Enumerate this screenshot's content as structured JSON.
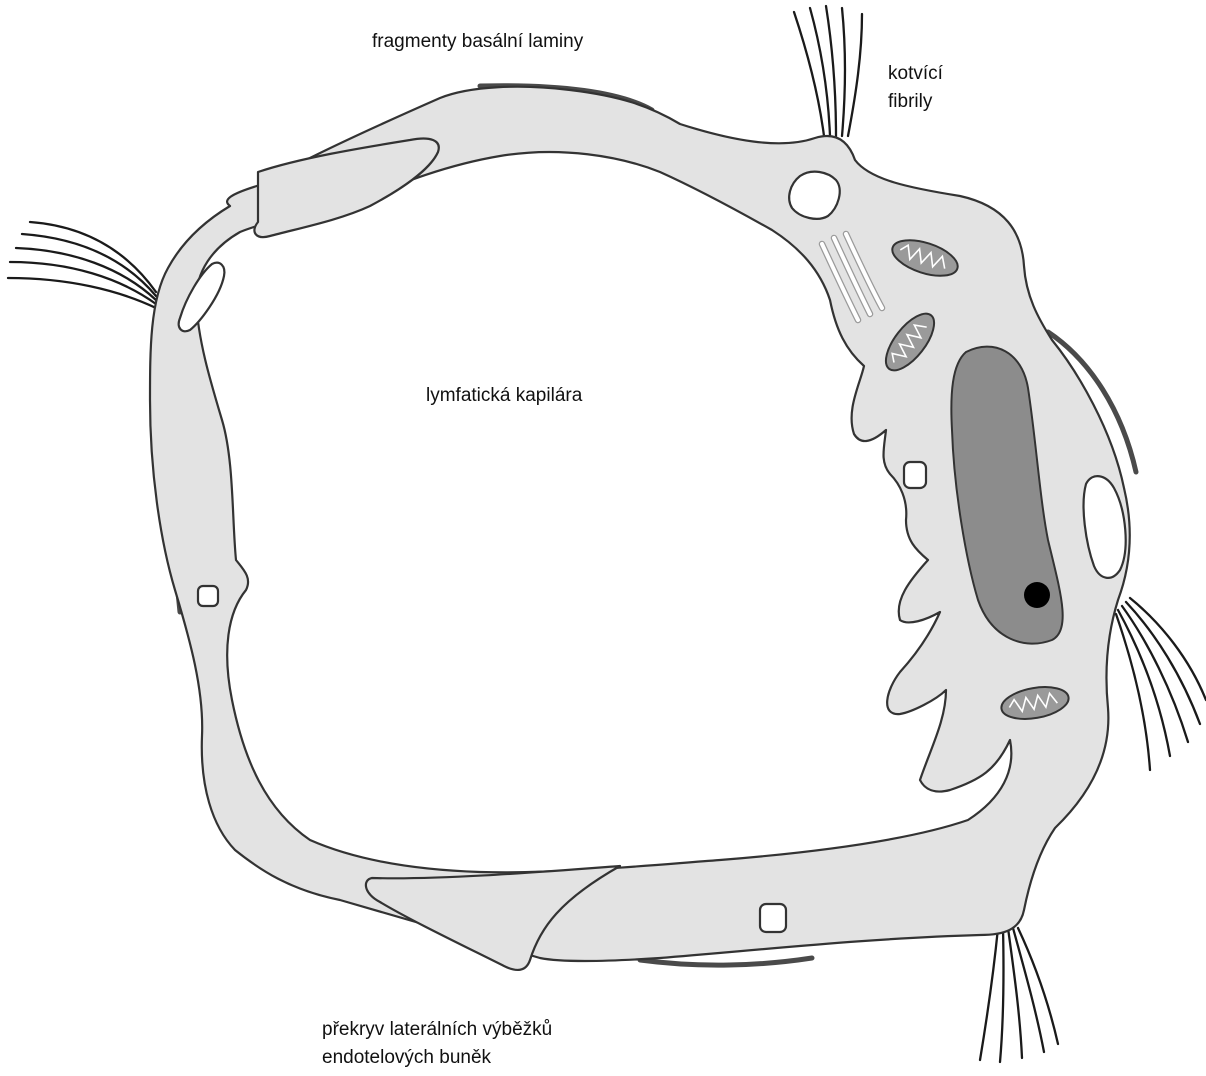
{
  "labels": {
    "basal_lamina": "fragmenty basální laminy",
    "anchoring_fibrils_line1": "kotvící",
    "anchoring_fibrils_line2": "fibrily",
    "lumen": "lymfatická kapilára",
    "overlap_line1": "překryv laterálních výběžků",
    "overlap_line2": "endotelových buněk"
  },
  "colors": {
    "cytoplasm": "#e3e3e3",
    "outline": "#333333",
    "nucleus": "#8c8c8c",
    "nucleolus": "#000000",
    "mitochondrion": "#9a9a9a",
    "background": "#ffffff"
  }
}
